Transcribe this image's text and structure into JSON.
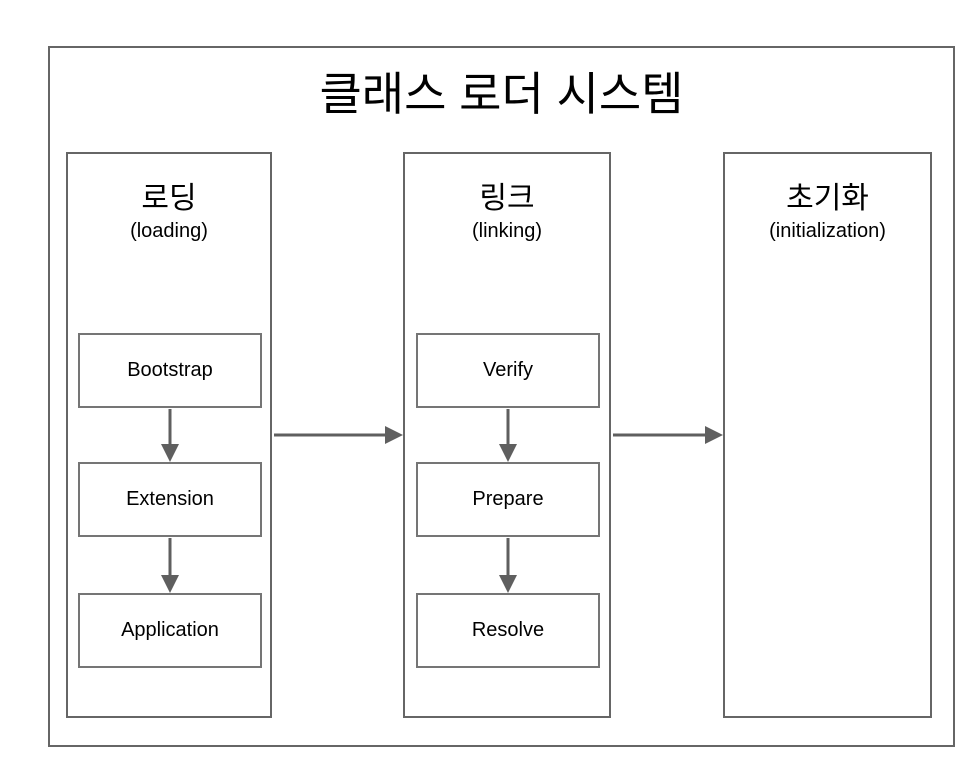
{
  "diagram": {
    "title": "클래스 로더 시스템",
    "columns": [
      {
        "heading": "로딩",
        "subheading": "(loading)",
        "boxes": [
          "Bootstrap",
          "Extension",
          "Application"
        ]
      },
      {
        "heading": "링크",
        "subheading": "(linking)",
        "boxes": [
          "Verify",
          "Prepare",
          "Resolve"
        ]
      },
      {
        "heading": "초기화",
        "subheading": "(initialization)",
        "boxes": []
      }
    ],
    "arrows": {
      "horizontal": [
        "loading->linking",
        "linking->initialization"
      ],
      "vertical": [
        "Bootstrap->Extension",
        "Extension->Application",
        "Verify->Prepare",
        "Prepare->Resolve"
      ]
    },
    "colors": {
      "background": "#ffffff",
      "frame_border": "#666666",
      "box_border": "#757575",
      "arrow": "#5f5f5f",
      "text": "#000000"
    }
  }
}
